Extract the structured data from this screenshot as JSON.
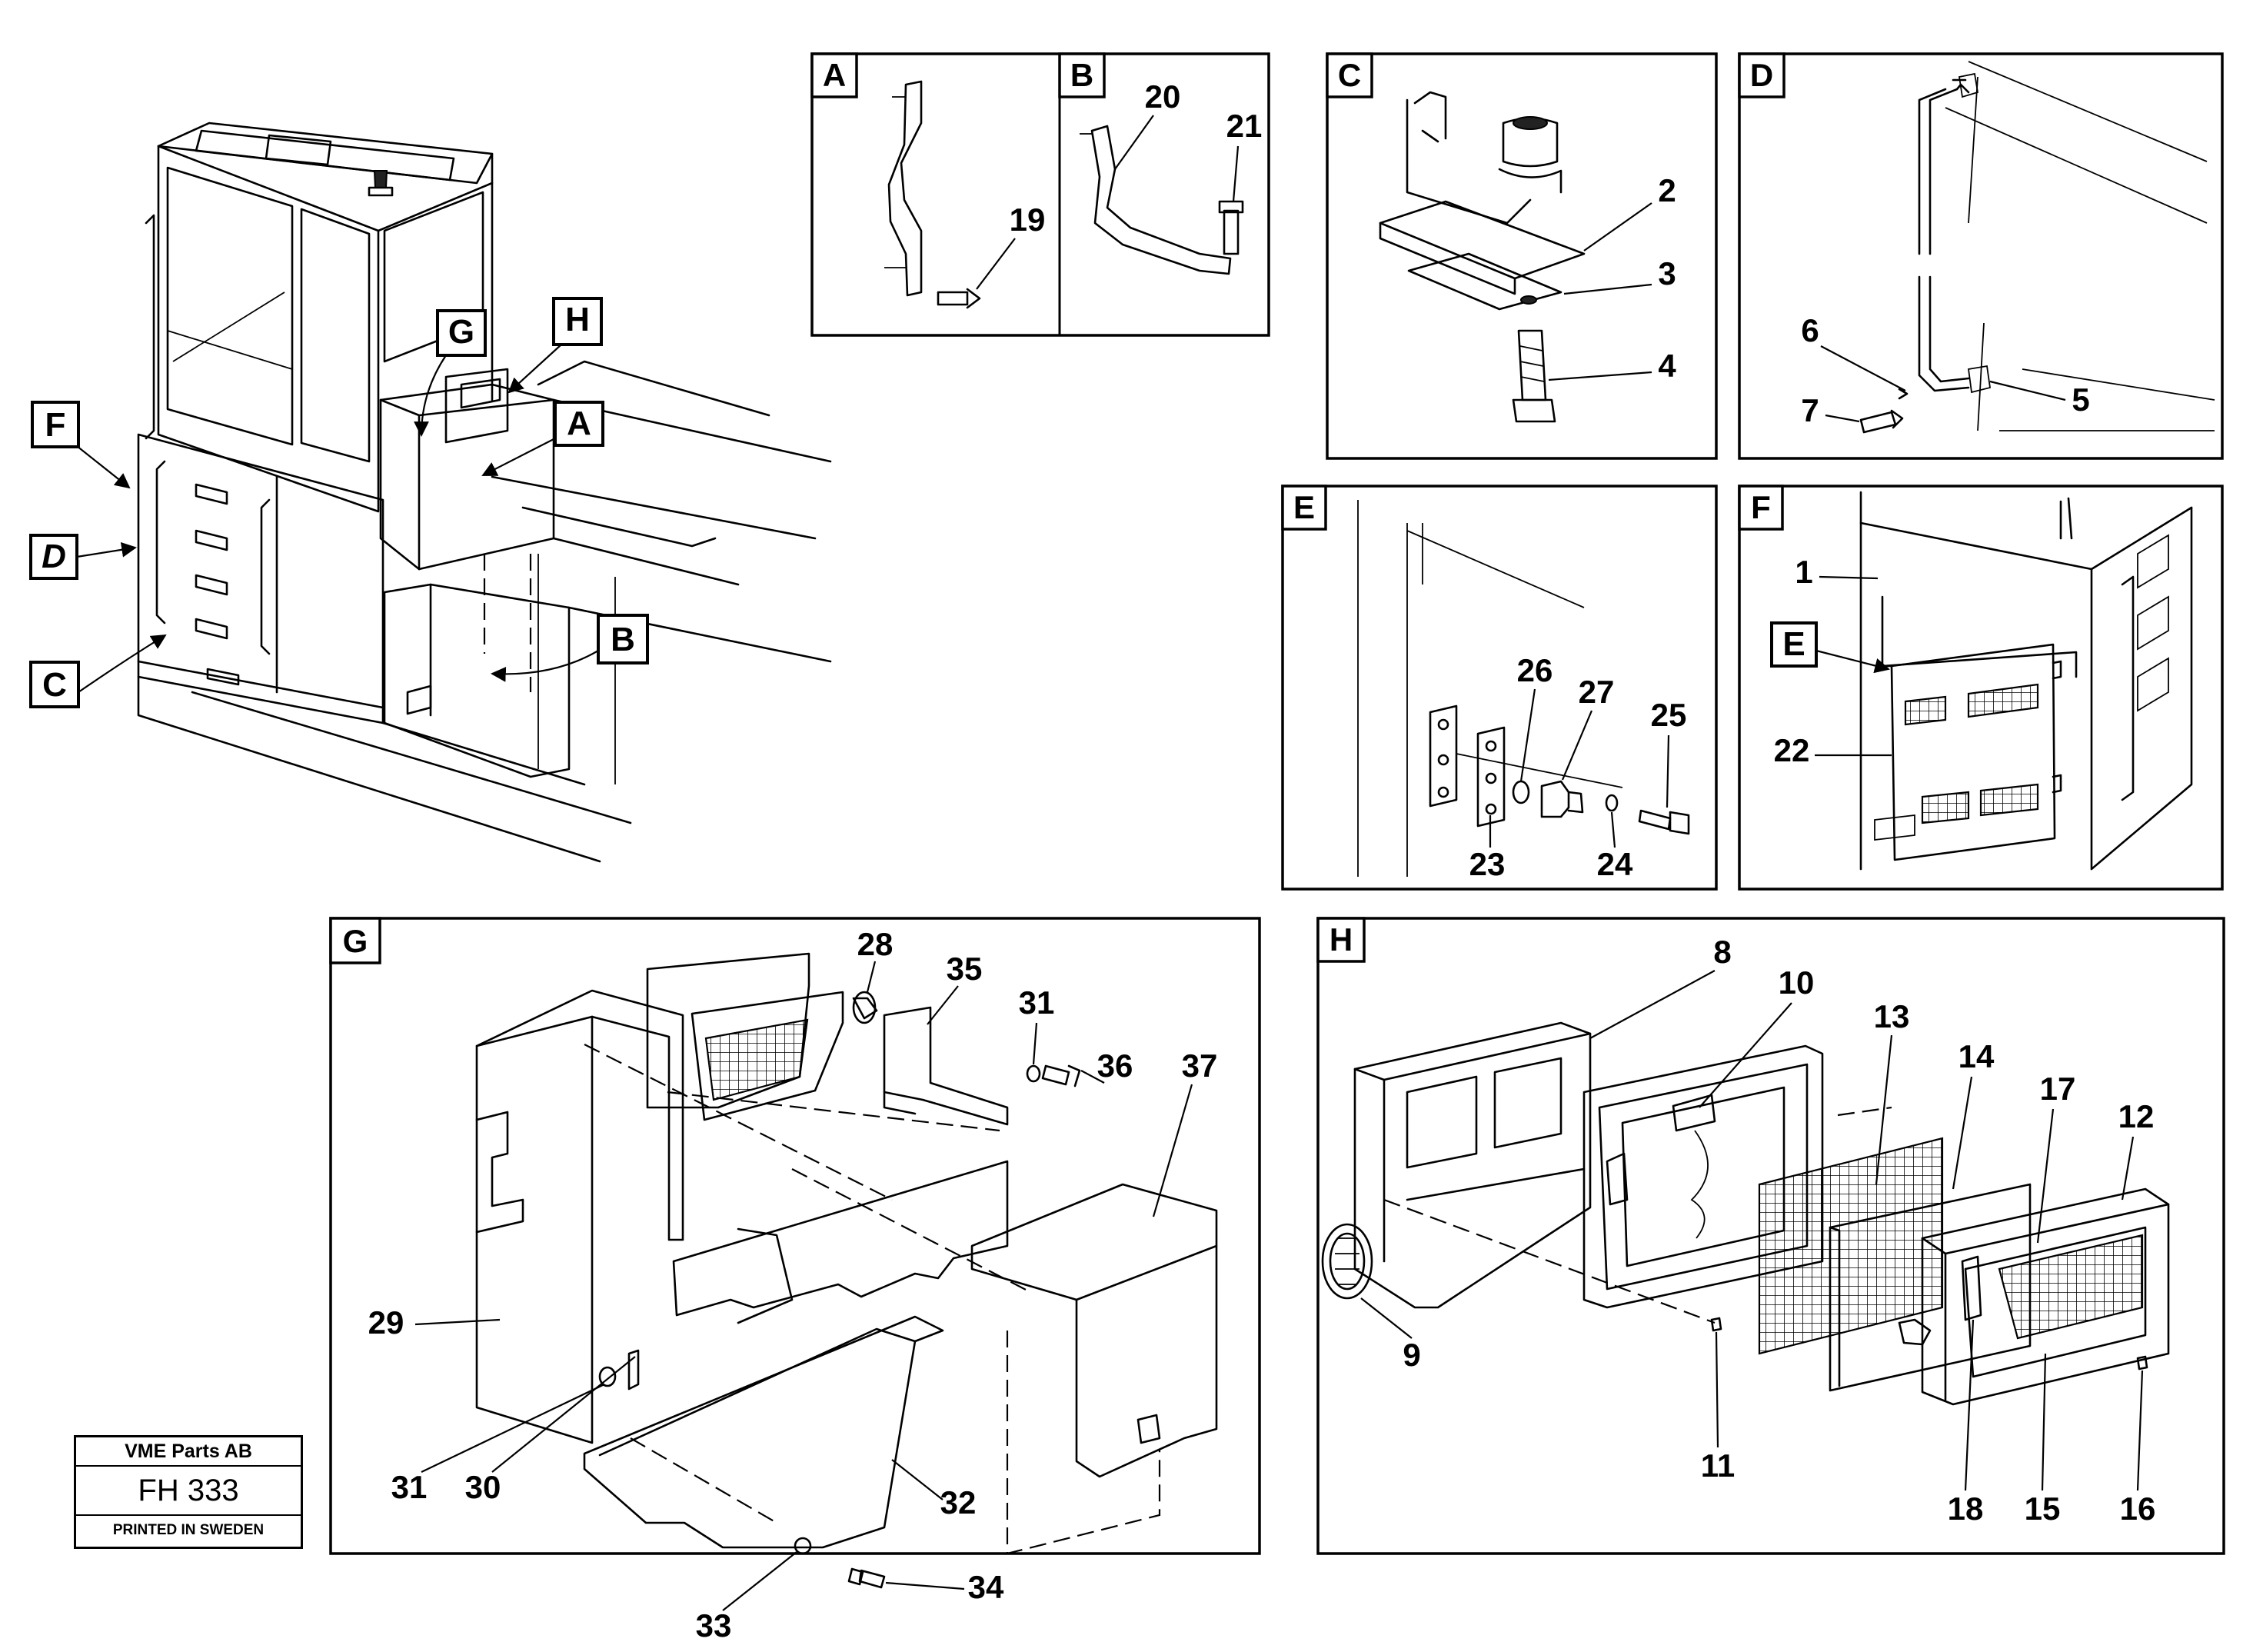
{
  "figure": {
    "callouts_main": [
      "A",
      "B",
      "C",
      "D",
      "F",
      "G",
      "H"
    ],
    "panels": [
      {
        "letter": "A",
        "part_numbers": [
          "19"
        ]
      },
      {
        "letter": "B",
        "part_numbers": [
          "20",
          "21"
        ]
      },
      {
        "letter": "C",
        "part_numbers": [
          "2",
          "3",
          "4"
        ]
      },
      {
        "letter": "D",
        "part_numbers": [
          "6",
          "7",
          "5"
        ]
      },
      {
        "letter": "E",
        "part_numbers": [
          "26",
          "27",
          "25",
          "23",
          "24"
        ]
      },
      {
        "letter": "F",
        "part_numbers": [
          "1",
          "22"
        ],
        "inner_callout": "E"
      },
      {
        "letter": "G",
        "part_numbers": [
          "28",
          "35",
          "31",
          "36",
          "37",
          "29",
          "31",
          "30",
          "32",
          "33",
          "34"
        ]
      },
      {
        "letter": "H",
        "part_numbers": [
          "8",
          "10",
          "13",
          "14",
          "17",
          "12",
          "9",
          "11",
          "18",
          "15",
          "16"
        ]
      }
    ]
  },
  "stamp": {
    "company": "VME Parts AB",
    "document_number": "FH 333",
    "printed_in": "PRINTED IN SWEDEN"
  }
}
